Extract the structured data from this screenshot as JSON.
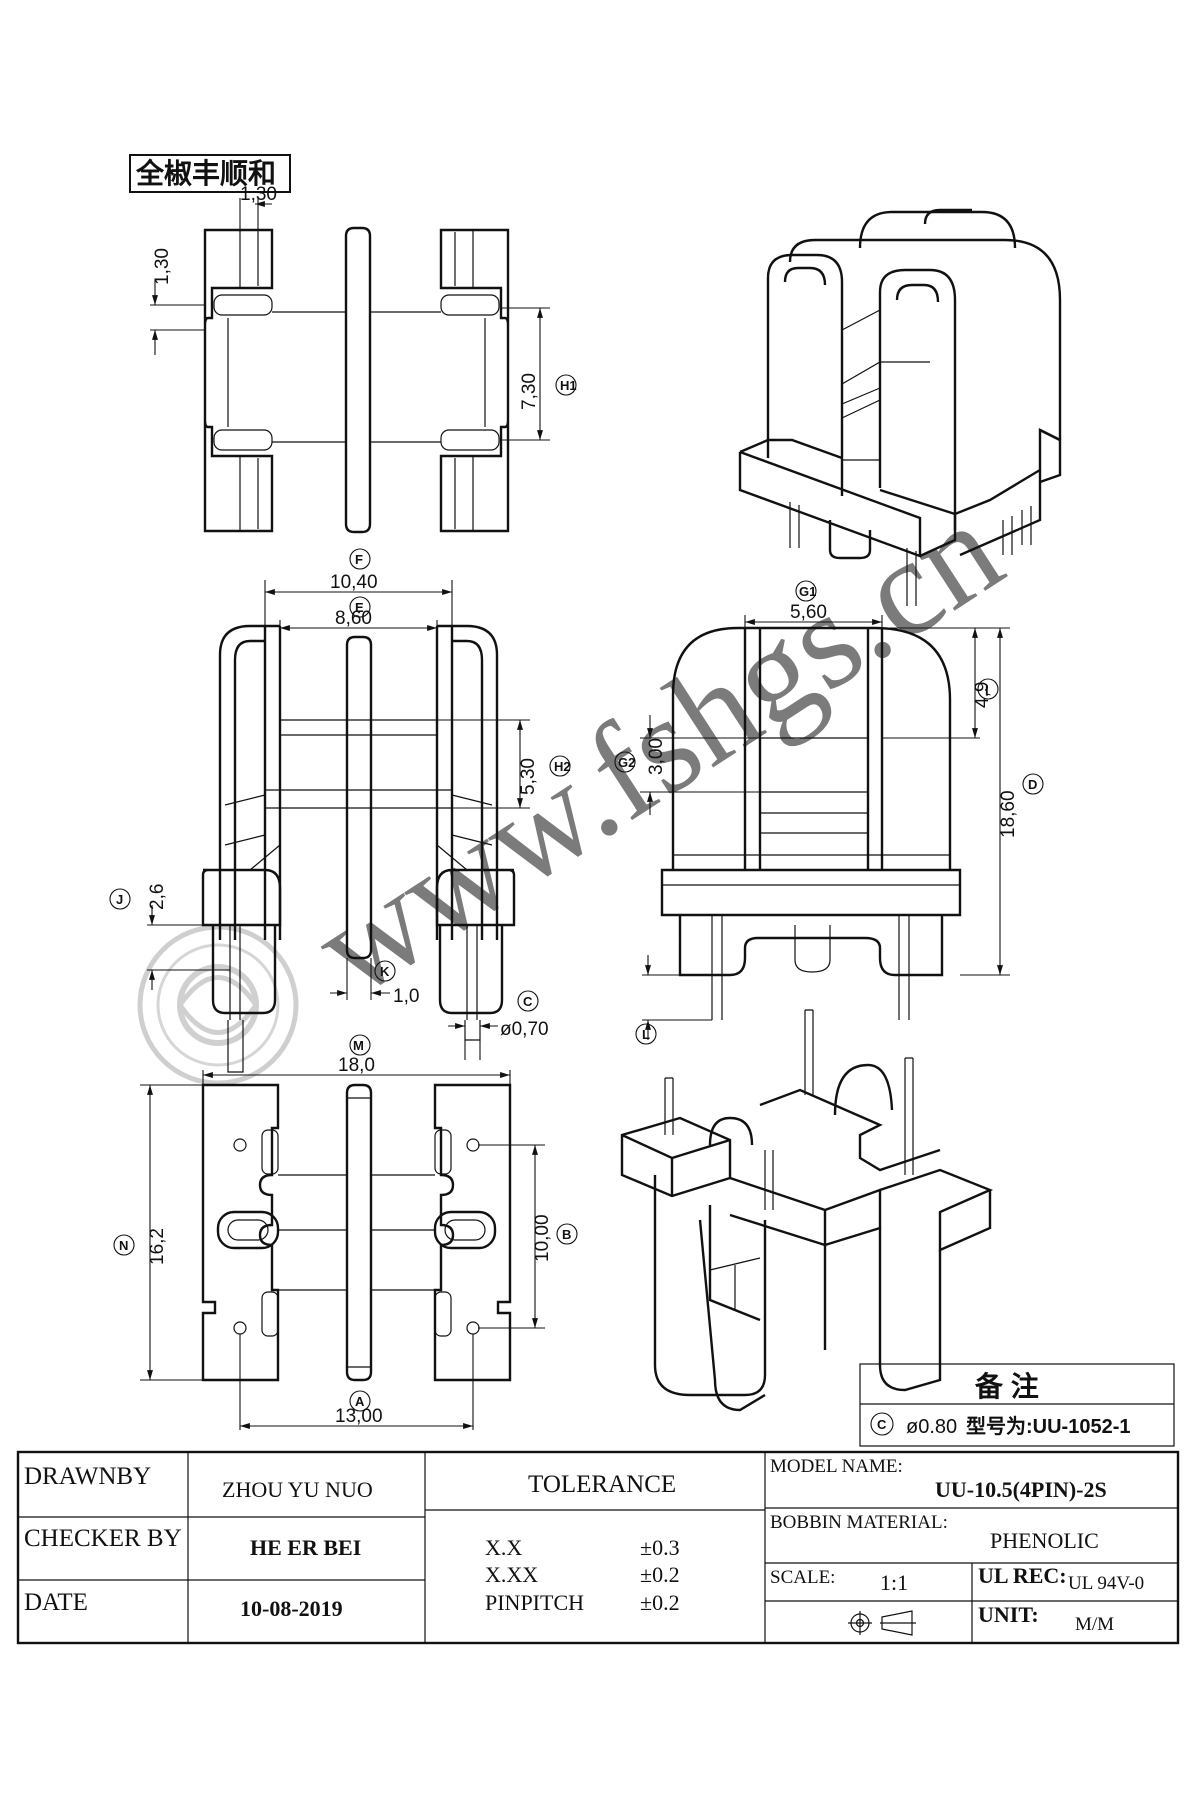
{
  "company": {
    "name": "全椒丰顺和"
  },
  "watermark": {
    "text": "www.fshgs.cn"
  },
  "dimensions": {
    "top_view": {
      "w_1_30": "1,30",
      "h_1_30": "1,30",
      "h_7_30": "7,30",
      "label_h1": "H1"
    },
    "front_view": {
      "f_10_40": "10,40",
      "label_f": "F",
      "e_8_60": "8,60",
      "label_e": "E",
      "h_5_30": "5,30",
      "label_h2": "H2",
      "j_2_6": "2,6",
      "label_j": "J",
      "k_1_0": "1,0",
      "label_k": "K",
      "c_0_70": "ø0,70",
      "label_c": "C"
    },
    "side_view": {
      "g1_5_60": "5,60",
      "label_g1": "G1",
      "i_4_9": "4,9",
      "label_i": "I",
      "g2_3_00": "3,00",
      "label_g2": "G2",
      "d_18_60": "18,60",
      "label_d": "D",
      "label_l": "L"
    },
    "bottom_view": {
      "m_18_0": "18,0",
      "label_m": "M",
      "n_16_2": "16,2",
      "label_n": "N",
      "b_10_00": "10,00",
      "label_b": "B",
      "a_13_00": "13,00",
      "label_a": "A"
    }
  },
  "notes": {
    "title": "备 注",
    "circle_label": "C",
    "text": "ø0.80",
    "model_text": "型号为:UU-1052-1"
  },
  "title_block": {
    "drawnby_label": "DRAWNBY",
    "drawnby_value": "ZHOU YU NUO",
    "checker_label": "CHECKER BY",
    "checker_value": "HE ER BEI",
    "date_label": "DATE",
    "date_value": "10-08-2019",
    "tolerance_label": "TOLERANCE",
    "tol_rows": [
      {
        "label": "X.X",
        "value": "±0.3"
      },
      {
        "label": "X.XX",
        "value": "±0.2"
      },
      {
        "label": "PINPITCH",
        "value": "±0.2"
      }
    ],
    "model_label": "MODEL NAME:",
    "model_value": "UU-10.5(4PIN)-2S",
    "bobbin_label": "BOBBIN MATERIAL:",
    "bobbin_value": "PHENOLIC",
    "scale_label": "SCALE:",
    "scale_value": "1:1",
    "ul_label": "UL REC:",
    "ul_value": "UL 94V-0",
    "unit_label": "UNIT:",
    "unit_value": "M/M"
  }
}
